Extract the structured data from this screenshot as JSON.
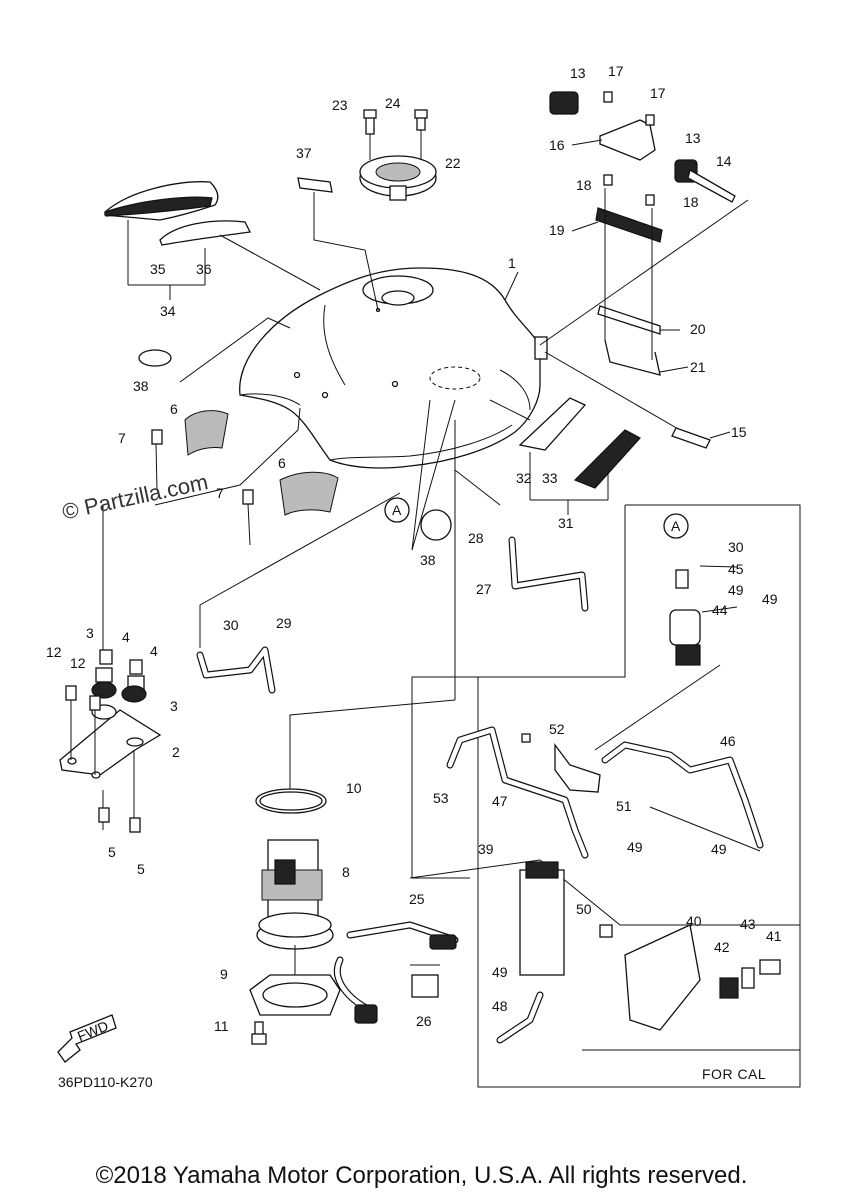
{
  "diagram_code": "36PD110-K270",
  "watermark": "© Partzilla.com",
  "for_cal": "FOR CAL",
  "fwd": "FWD",
  "copyright": "©2018 Yamaha Motor Corporation, U.S.A. All rights reserved.",
  "callout_a": "A",
  "callouts": {
    "c1": "1",
    "c2": "2",
    "c3a": "3",
    "c3b": "3",
    "c4a": "4",
    "c4b": "4",
    "c5a": "5",
    "c5b": "5",
    "c6a": "6",
    "c6b": "6",
    "c7a": "7",
    "c7b": "7",
    "c8": "8",
    "c9": "9",
    "c10": "10",
    "c11": "11",
    "c12a": "12",
    "c12b": "12",
    "c13a": "13",
    "c13b": "13",
    "c14": "14",
    "c15": "15",
    "c16": "16",
    "c17a": "17",
    "c17b": "17",
    "c18a": "18",
    "c18b": "18",
    "c19": "19",
    "c20": "20",
    "c21": "21",
    "c22": "22",
    "c23": "23",
    "c24": "24",
    "c25": "25",
    "c26": "26",
    "c27": "27",
    "c28": "28",
    "c29": "29",
    "c30a": "30",
    "c30b": "30",
    "c31": "31",
    "c32": "32",
    "c33": "33",
    "c34": "34",
    "c35": "35",
    "c36": "36",
    "c37": "37",
    "c38a": "38",
    "c38b": "38",
    "c39": "39",
    "c40": "40",
    "c41": "41",
    "c42": "42",
    "c43": "43",
    "c44": "44",
    "c45": "45",
    "c46": "46",
    "c47": "47",
    "c48": "48",
    "c49a": "49",
    "c49b": "49",
    "c49c": "49",
    "c49d": "49",
    "c49e": "49",
    "c50": "50",
    "c51": "51",
    "c52": "52",
    "c53": "53"
  }
}
